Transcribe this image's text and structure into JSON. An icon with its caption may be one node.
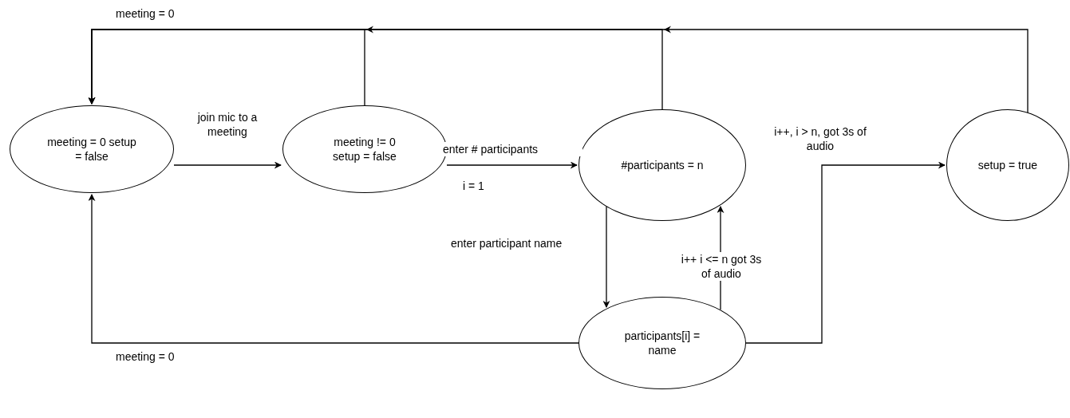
{
  "diagram": {
    "nodes": [
      {
        "text": [
          "meeting = 0 setup = false"
        ]
      },
      {
        "text": [
          "meeting != 0 setup = false"
        ]
      },
      {
        "text": [
          "#participants = n"
        ]
      },
      {
        "text": [
          "participants[i] = name"
        ]
      },
      {
        "text": [
          "setup = true"
        ]
      }
    ],
    "edges": [
      {
        "from": 0,
        "to": 1,
        "arrow": "to",
        "label": "join mic to a meeting"
      },
      {
        "from": 1,
        "to": 2,
        "arrow": "to",
        "label": "enter # participants"
      },
      {
        "from": 2,
        "to": 3,
        "arrow": "to",
        "label": "enter participant name"
      },
      {
        "from": 3,
        "to": 2,
        "arrow": "to",
        "label": "i++ i <= n got 3s of audio"
      },
      {
        "from": 3,
        "to": 4,
        "arrow": "to",
        "label": "i++, i > n, got 3s of audio"
      },
      {
        "from": 3,
        "to": 0,
        "arrow": "to",
        "label": "meeting = 0"
      },
      {
        "from": 1,
        "to": 0,
        "arrow": "to",
        "label": "meeting = 0"
      },
      {
        "from": 2,
        "to": 0,
        "arrow": "to"
      },
      {
        "from": 4,
        "to": 0,
        "arrow": "to"
      }
    ],
    "labels": [
      "i = 1"
    ]
  }
}
